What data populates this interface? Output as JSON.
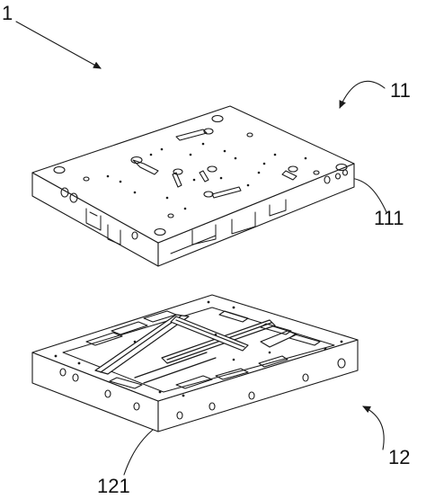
{
  "figure": {
    "labels": {
      "assembly": "1",
      "upper_mold": "11",
      "upper_plate": "111",
      "lower_mold": "12",
      "lower_plate": "121"
    }
  }
}
